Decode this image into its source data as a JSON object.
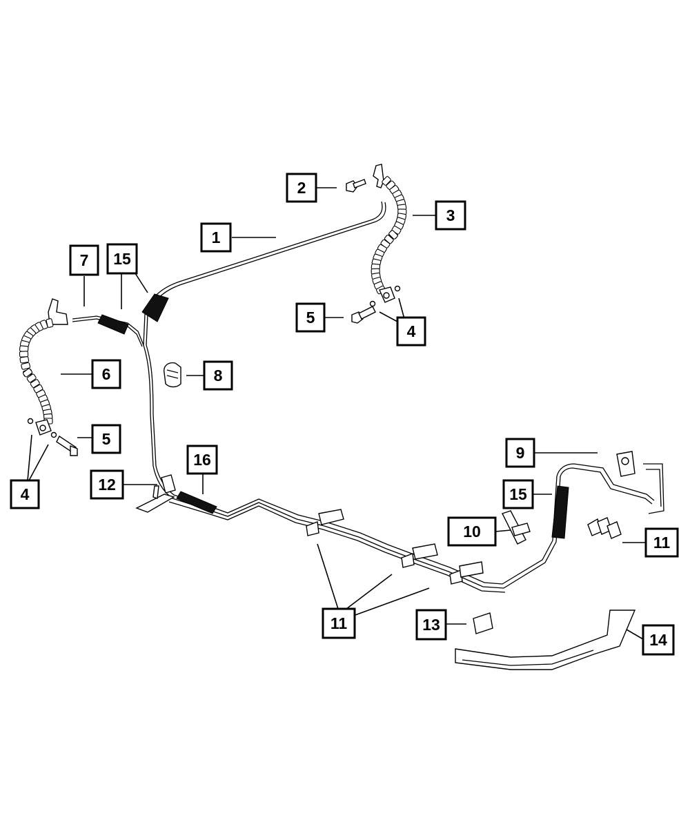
{
  "diagram": {
    "callouts": [
      {
        "id": "c1",
        "label": "1"
      },
      {
        "id": "c2",
        "label": "2"
      },
      {
        "id": "c3",
        "label": "3"
      },
      {
        "id": "c4a",
        "label": "4"
      },
      {
        "id": "c4b",
        "label": "4"
      },
      {
        "id": "c5a",
        "label": "5"
      },
      {
        "id": "c5b",
        "label": "5"
      },
      {
        "id": "c6",
        "label": "6"
      },
      {
        "id": "c7",
        "label": "7"
      },
      {
        "id": "c8",
        "label": "8"
      },
      {
        "id": "c9",
        "label": "9"
      },
      {
        "id": "c10",
        "label": "10"
      },
      {
        "id": "c11a",
        "label": "11"
      },
      {
        "id": "c11b",
        "label": "11"
      },
      {
        "id": "c12",
        "label": "12"
      },
      {
        "id": "c13",
        "label": "13"
      },
      {
        "id": "c14",
        "label": "14"
      },
      {
        "id": "c15a",
        "label": "15"
      },
      {
        "id": "c15b",
        "label": "15"
      },
      {
        "id": "c16",
        "label": "16"
      }
    ]
  }
}
